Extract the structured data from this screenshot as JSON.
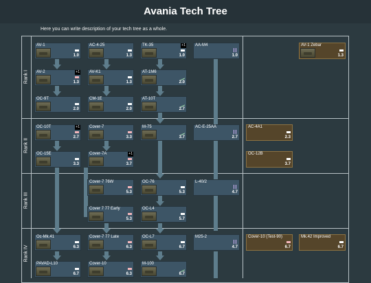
{
  "header": {
    "title": "Avania Tech Tree",
    "description": "Here you can write description of your tech tree as a whole."
  },
  "ranks": [
    "Rank I",
    "Rank II",
    "Rank III",
    "Rank IV"
  ],
  "vehicles": {
    "av1": {
      "name": "AV-1",
      "br": "1.0",
      "type": "light"
    },
    "ac425": {
      "name": "AC-4-25",
      "br": "1.3",
      "type": "light"
    },
    "tk35": {
      "name": "TK-35",
      "br": "1.0",
      "type": "light",
      "badge": "+1"
    },
    "aam4": {
      "name": "AA-M4",
      "br": "1.0",
      "type": "spaa"
    },
    "av1zebar": {
      "name": "AV-1 Zebar",
      "br": "1.3",
      "type": "light",
      "premium": true
    },
    "av2": {
      "name": "AV-2",
      "br": "1.3",
      "type": "medium",
      "badge": "+1"
    },
    "avk1": {
      "name": "AV-K1",
      "br": "1.3",
      "type": "light"
    },
    "at1m6": {
      "name": "AT-1M6",
      "br": "2.0",
      "type": "td"
    },
    "oc9t": {
      "name": "OC-9T",
      "br": "2.0",
      "type": "light"
    },
    "cm1e": {
      "name": "CM-1E",
      "br": "2.0",
      "type": "light"
    },
    "at10t": {
      "name": "AT-10T",
      "br": "2.7",
      "type": "td"
    },
    "oc10t": {
      "name": "OC-10T",
      "br": "2.7",
      "type": "medium",
      "badge": "+1"
    },
    "cover7": {
      "name": "Cover-7",
      "br": "3.3",
      "type": "medium"
    },
    "m75": {
      "name": "M-75",
      "br": "3.7",
      "type": "td"
    },
    "ace2aa": {
      "name": "AC-E-25AA",
      "br": "2.7",
      "type": "spaa"
    },
    "ac4a1": {
      "name": "AC-4A1",
      "br": "2.3",
      "type": "light",
      "premium": true
    },
    "oc15e": {
      "name": "OC-15E",
      "br": "3.3",
      "type": "light"
    },
    "cover7a": {
      "name": "Cover-7A",
      "br": "3.7",
      "type": "medium",
      "badge": "+1"
    },
    "oc12b": {
      "name": "OC-12B",
      "br": "3.7",
      "type": "light",
      "premium": true
    },
    "cover776w": {
      "name": "Cover-7 76W",
      "br": "5.3",
      "type": "medium"
    },
    "oc76": {
      "name": "OC-76",
      "br": "5.3",
      "type": "light"
    },
    "l402": {
      "name": "L-40/2",
      "br": "4.7",
      "type": "spaa"
    },
    "cover777e": {
      "name": "Cover 7 77 Early",
      "br": "5.3",
      "type": "medium"
    },
    "ocl4": {
      "name": "OC-L4",
      "br": "5.7",
      "type": "light"
    },
    "ocmk41": {
      "name": "Oc-Mk.41",
      "br": "6.3",
      "type": "light"
    },
    "cover777l": {
      "name": "Cover-7 77 Late",
      "br": "6.3",
      "type": "medium"
    },
    "ocl7": {
      "name": "OC-L7",
      "br": "6.7",
      "type": "light"
    },
    "m252": {
      "name": "M25-2",
      "br": "4.7",
      "type": "spaa"
    },
    "cover10t90": {
      "name": "Cover-10 (Test-90)",
      "br": "6.7",
      "type": "medium",
      "premium": true
    },
    "mk42": {
      "name": "Mk.42 Improved",
      "br": "6.7",
      "type": "light",
      "premium": true
    },
    "pavadl10": {
      "name": "PAVAD-L10",
      "br": "6.7",
      "type": "light"
    },
    "cover10": {
      "name": "Cover-10",
      "br": "6.3",
      "type": "medium"
    },
    "m100": {
      "name": "M-100",
      "br": "6.7",
      "type": "td"
    }
  },
  "icon_colors": {
    "light": "#ffffff",
    "medium": "#f3b6bb",
    "td": "#a9e8b3",
    "spaa": "#d8b8ff"
  }
}
